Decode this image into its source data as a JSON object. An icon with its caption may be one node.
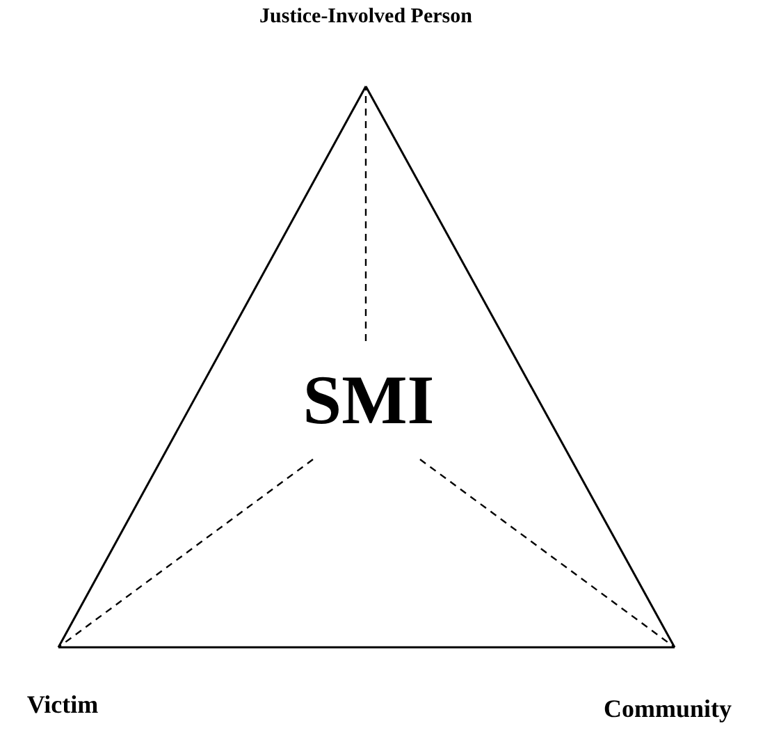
{
  "diagram": {
    "nodes": [
      {
        "text": [
          "Justice-Involved Person"
        ]
      },
      {
        "text": [
          "Victim"
        ]
      },
      {
        "text": [
          "Community"
        ]
      },
      {
        "text": [
          "SMI"
        ]
      }
    ],
    "edges": [
      {
        "from": 0,
        "to": 1,
        "arrow": "none"
      },
      {
        "from": 0,
        "to": 2,
        "arrow": "none"
      },
      {
        "from": 1,
        "to": 2,
        "arrow": "none"
      },
      {
        "from": 3,
        "to": 0,
        "arrow": "none",
        "style": "dashed"
      },
      {
        "from": 3,
        "to": 1,
        "arrow": "none",
        "style": "dashed"
      },
      {
        "from": 3,
        "to": 2,
        "arrow": "none",
        "style": "dashed"
      }
    ]
  }
}
